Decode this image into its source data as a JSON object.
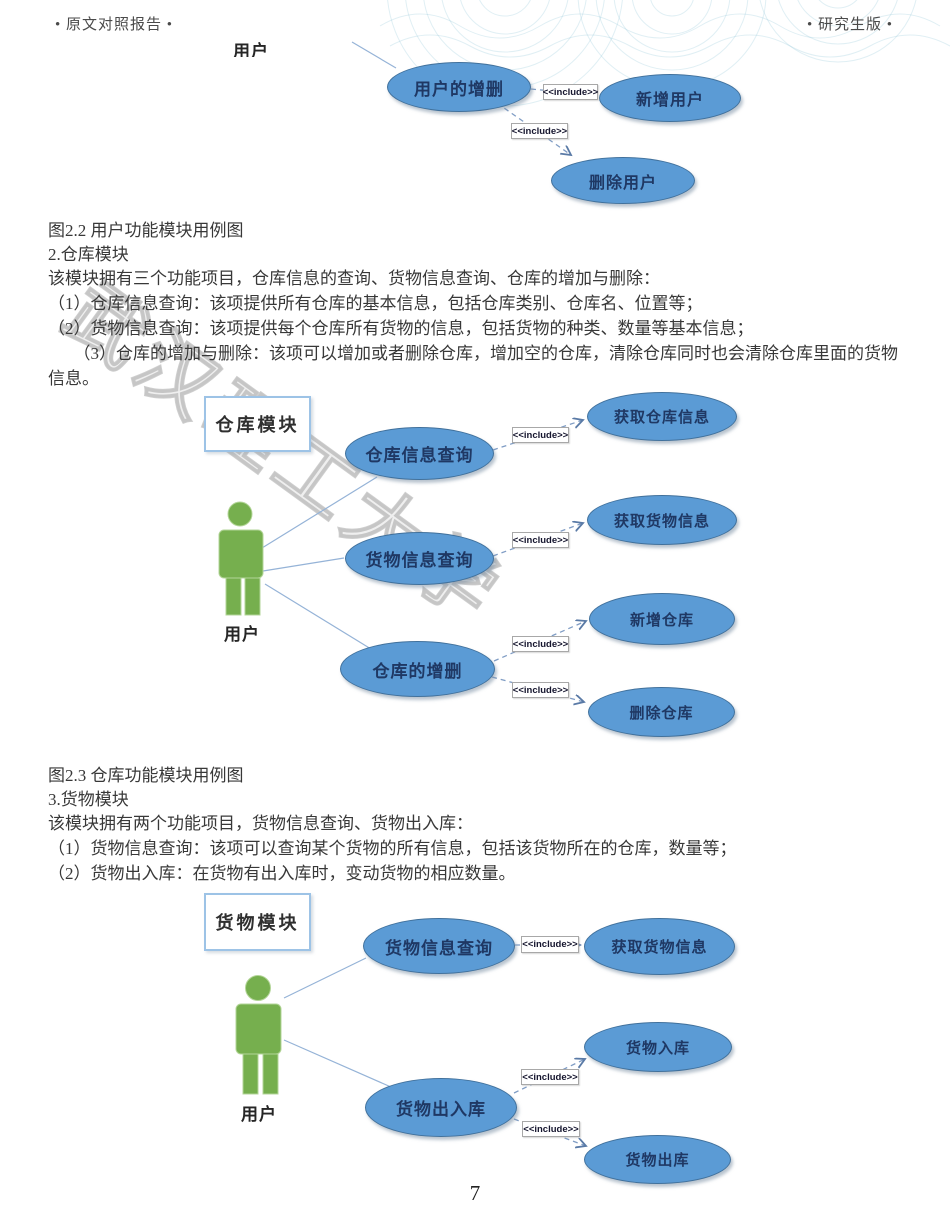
{
  "header": {
    "left_label": "• 原文对照报告 •",
    "right_label": "• 研究生版 •"
  },
  "watermark": {
    "university": "武汉理工大学"
  },
  "uml": {
    "include_label": "<<include>>"
  },
  "figures": {
    "user_module": {
      "partial_actor_label": "用户",
      "main_usecase": "用户的增删",
      "add_usecase": "新增用户",
      "delete_usecase": "删除用户"
    },
    "warehouse_module": {
      "module_label": "仓库模块",
      "actor_label": "用户",
      "query_warehouse": "仓库信息查询",
      "query_goods": "货物信息查询",
      "add_delete": "仓库的增删",
      "get_warehouse_info": "获取仓库信息",
      "get_goods_info": "获取货物信息",
      "add_warehouse": "新增仓库",
      "delete_warehouse": "删除仓库"
    },
    "goods_module": {
      "module_label": "货物模块",
      "actor_label": "用户",
      "query_goods": "货物信息查询",
      "get_goods_info": "获取货物信息",
      "in_out": "货物出入库",
      "goods_in": "货物入库",
      "goods_out": "货物出库"
    }
  },
  "captions": {
    "figure_2_2": "图2.2 用户功能模块用例图",
    "figure_2_3": "图2.3 仓库功能模块用例图"
  },
  "warehouse_section": {
    "heading": "2.仓库模块",
    "intro": "该模块拥有三个功能项目，仓库信息的查询、货物信息查询、仓库的增加与删除：",
    "item1": "（1）仓库信息查询：该项提供所有仓库的基本信息，包括仓库类别、仓库名、位置等；",
    "item2": "（2）货物信息查询：该项提供每个仓库所有货物的信息，包括货物的种类、数量等基本信息；",
    "item3": "　　（3）仓库的增加与删除：该项可以增加或者删除仓库，增加空的仓库，清除仓库同时也会清除仓库里面的货物",
    "item3_cont": "信息。"
  },
  "goods_section": {
    "heading": "3.货物模块",
    "intro": "该模块拥有两个功能项目，货物信息查询、货物出入库：",
    "item1": "（1）货物信息查询：该项可以查询某个货物的所有信息，包括该货物所在的仓库，数量等；",
    "item2": "（2）货物出入库：在货物有出入库时，变动货物的相应数量。"
  },
  "footer": {
    "page_number": "7"
  },
  "colors": {
    "usecase_fill": "#5b9bd5",
    "usecase_border": "#41719c",
    "usecase_text": "#1f3864",
    "actor_green": "#76af4e",
    "module_border": "#9dc3e6",
    "connector_blue": "#95b3d7",
    "lace_watermark": "#87c3d6"
  }
}
